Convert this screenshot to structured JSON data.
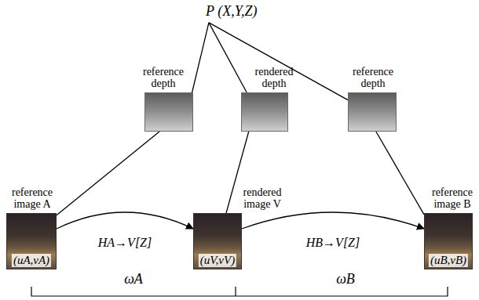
{
  "diagram": {
    "nodes": [
      {
        "text": [
          "P (X,Y,Z)"
        ]
      },
      {
        "text": [
          "reference depth"
        ]
      },
      {
        "text": [
          "rendered depth"
        ]
      },
      {
        "text": [
          "reference depth"
        ]
      },
      {
        "text": [
          "reference image A",
          "(uA,vA)"
        ]
      },
      {
        "text": [
          "rendered image V",
          "(uV,vV)"
        ]
      },
      {
        "text": [
          "reference image B",
          "(uB,vB)"
        ]
      }
    ],
    "edges": [
      {
        "from": 4,
        "to": 5,
        "arrow": "to",
        "label": "HA→V[Z]"
      },
      {
        "from": 5,
        "to": 6,
        "arrow": "to",
        "label": "HB→V[Z]"
      },
      {
        "from": 0,
        "to": 1,
        "arrow": "none"
      },
      {
        "from": 1,
        "to": 4,
        "arrow": "none"
      },
      {
        "from": 0,
        "to": 2,
        "arrow": "none"
      },
      {
        "from": 2,
        "to": 5,
        "arrow": "none"
      },
      {
        "from": 0,
        "to": 3,
        "arrow": "none"
      },
      {
        "from": 3,
        "to": 6,
        "arrow": "none"
      }
    ],
    "labels": [
      "ωA",
      "ωB"
    ]
  }
}
